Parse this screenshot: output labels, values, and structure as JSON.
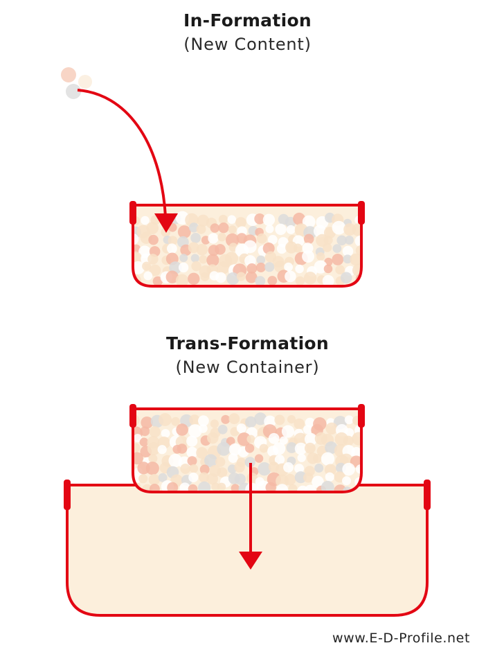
{
  "sections": [
    {
      "title": "In-Formation",
      "subtitle": "(New Content)"
    },
    {
      "title": "Trans-Formation",
      "subtitle": "(New Container)"
    }
  ],
  "footer": {
    "url": "www.E-D-Profile.net"
  },
  "colors": {
    "accent": "#e30613",
    "container_fill": "#fcefdc",
    "particle_orange": "#f4b9a4",
    "particle_cream": "#f8e2c8",
    "particle_grey": "#dcdcdc",
    "particle_white": "#ffffff",
    "text": "#1a1a1a"
  }
}
